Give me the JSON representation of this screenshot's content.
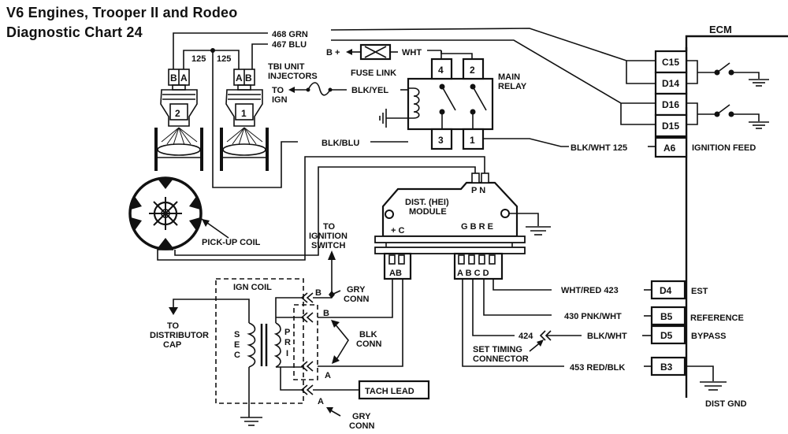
{
  "title": {
    "line1": "V6 Engines, Trooper II and Rodeo",
    "line2": "Diagnostic Chart 24"
  },
  "ecm": {
    "label": "ECM",
    "pins": [
      {
        "id": "C15",
        "function": ""
      },
      {
        "id": "D14",
        "function": ""
      },
      {
        "id": "D16",
        "function": ""
      },
      {
        "id": "D15",
        "function": ""
      },
      {
        "id": "A6",
        "function": "IGNITION FEED"
      },
      {
        "id": "D4",
        "function": "EST"
      },
      {
        "id": "B5",
        "function": "REFERENCE"
      },
      {
        "id": "D5",
        "function": "BYPASS"
      },
      {
        "id": "B3",
        "function": ""
      }
    ],
    "dist_gnd": "DIST GND"
  },
  "wires": {
    "w468": "468 GRN",
    "w467": "467 BLU",
    "wht": "WHT",
    "blk_yel": "BLK/YEL",
    "blk_blu": "BLK/BLU",
    "blk_wht_125": "BLK/WHT 125",
    "wht_red_423": "WHT/RED 423",
    "pnk_wht_430": "430 PNK/WHT",
    "w424": "424",
    "blk_wht": "BLK/WHT",
    "red_blk_453": "453 RED/BLK",
    "inj_125a": "125",
    "inj_125b": "125"
  },
  "injectors": {
    "label_line1": "TBI UNIT",
    "label_line2": "INJECTORS",
    "inj2": {
      "number": "2",
      "pin_left": "B",
      "pin_right": "A"
    },
    "inj1": {
      "number": "1",
      "pin_left": "A",
      "pin_right": "B"
    }
  },
  "fuse": {
    "bplus": "B +",
    "label": "FUSE LINK"
  },
  "to_ign": {
    "line1": "TO",
    "line2": "IGN"
  },
  "relay": {
    "label_line1": "MAIN",
    "label_line2": "RELAY",
    "pins": [
      "4",
      "2",
      "3",
      "1"
    ]
  },
  "pickup_coil": {
    "label": "PICK-UP COIL"
  },
  "module": {
    "label_line1": "DIST. (HEI)",
    "label_line2": "MODULE",
    "pn": "P N",
    "plus_c": "+ C",
    "gbre": "G B R E",
    "conn_left": "AB",
    "conn_right": "A B C D"
  },
  "ign_switch": {
    "line1": "TO",
    "line2": "IGNITION",
    "line3": "SWITCH"
  },
  "ign_coil": {
    "label": "IGN COIL",
    "sec": [
      "S",
      "E",
      "C"
    ],
    "pri": [
      "P",
      "R",
      "I"
    ]
  },
  "to_dist_cap": {
    "line1": "TO",
    "line2": "DISTRIBUTOR",
    "line3": "CAP"
  },
  "connectors": {
    "gry_conn_top": {
      "line1": "GRY",
      "line2": "CONN",
      "pin": "B"
    },
    "blk_conn": {
      "line1": "BLK",
      "line2": "CONN",
      "pin_b": "B",
      "pin_a": "A"
    },
    "gry_conn_bottom": {
      "line1": "GRY",
      "line2": "CONN",
      "pin": "A"
    },
    "tach_lead": "TACH LEAD",
    "set_timing": {
      "line1": "SET TIMING",
      "line2": "CONNECTOR"
    }
  }
}
